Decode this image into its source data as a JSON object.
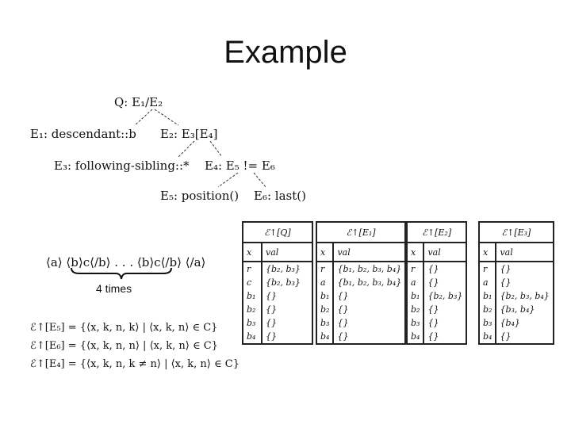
{
  "slide": {
    "title": "Example"
  },
  "tree": {
    "q": "Q:  E₁/E₂",
    "e1": "E₁:  descendant::b",
    "e2": "E₂:  E₃[E₄]",
    "e3": "E₃:  following-sibling::*",
    "e4": "E₄:  E₅ != E₆",
    "e5": "E₅:  position()",
    "e6": "E₆:  last()"
  },
  "xml": {
    "text": "⟨a⟩ ⟨b⟩c⟨/b⟩ . . . ⟨b⟩c⟨/b⟩ ⟨/a⟩",
    "times": "4 times"
  },
  "equations": [
    "ℰ↑[E₅] = {⟨x, k, n, k⟩ | ⟨x, k, n⟩ ∈ C}",
    "ℰ↑[E₆] = {⟨x, k, n, n⟩ | ⟨x, k, n⟩ ∈ C}",
    "ℰ↑[E₄] = {⟨x, k, n, k ≠ n⟩ | ⟨x, k, n⟩ ∈ C}"
  ],
  "tables": [
    {
      "title": "ℰ↑[Q]",
      "h1": "x",
      "h2": "val",
      "rows": [
        [
          "r",
          "{b₂, b₃}"
        ],
        [
          "c",
          "{b₂, b₃}"
        ],
        [
          "b₁",
          "{}"
        ],
        [
          "b₂",
          "{}"
        ],
        [
          "b₃",
          "{}"
        ],
        [
          "b₄",
          "{}"
        ]
      ]
    },
    {
      "title": "ℰ↑[E₁]",
      "h1": "x",
      "h2": "val",
      "rows": [
        [
          "r",
          "{b₁, b₂, b₃, b₄}"
        ],
        [
          "a",
          "{b₁, b₂, b₃, b₄}"
        ],
        [
          "b₁",
          "{}"
        ],
        [
          "b₂",
          "{}"
        ],
        [
          "b₃",
          "{}"
        ],
        [
          "b₄",
          "{}"
        ]
      ]
    },
    {
      "title": "ℰ↑[E₂]",
      "h1": "x",
      "h2": "val",
      "rows": [
        [
          "r",
          "{}"
        ],
        [
          "a",
          "{}"
        ],
        [
          "b₁",
          "{b₂, b₃}"
        ],
        [
          "b₂",
          "{}"
        ],
        [
          "b₃",
          "{}"
        ],
        [
          "b₄",
          "{}"
        ]
      ]
    },
    {
      "title": "ℰ↑[E₃]",
      "h1": "x",
      "h2": "val",
      "rows": [
        [
          "r",
          "{}"
        ],
        [
          "a",
          "{}"
        ],
        [
          "b₁",
          "{b₂, b₃, b₄}"
        ],
        [
          "b₂",
          "{b₃, b₄}"
        ],
        [
          "b₃",
          "{b₄}"
        ],
        [
          "b₄",
          "{}"
        ]
      ]
    }
  ]
}
